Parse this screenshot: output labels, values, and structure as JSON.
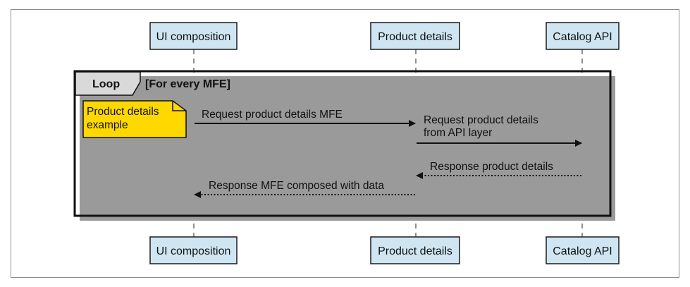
{
  "participants": [
    {
      "id": "ui",
      "label": "UI composition"
    },
    {
      "id": "product",
      "label": "Product details"
    },
    {
      "id": "catalog",
      "label": "Catalog API"
    }
  ],
  "loop": {
    "tag": "Loop",
    "condition": "[For every MFE]"
  },
  "note": {
    "line1": "Product details",
    "line2": "example"
  },
  "messages": [
    {
      "from": "ui",
      "to": "product",
      "style": "solid",
      "lines": [
        "Request product details MFE"
      ]
    },
    {
      "from": "product",
      "to": "catalog",
      "style": "solid",
      "lines": [
        "Request product details",
        "from API layer"
      ]
    },
    {
      "from": "catalog",
      "to": "product",
      "style": "dotted",
      "lines": [
        "Response product details"
      ]
    },
    {
      "from": "product",
      "to": "ui",
      "style": "dotted",
      "lines": [
        "Response MFE composed with data"
      ]
    }
  ],
  "colors": {
    "participant_fill": "#cfe6f2",
    "note_fill": "#ffd800",
    "loop_tag_fill": "#d9d9d9",
    "shadow": "#9a9a9a",
    "line": "#111111"
  }
}
